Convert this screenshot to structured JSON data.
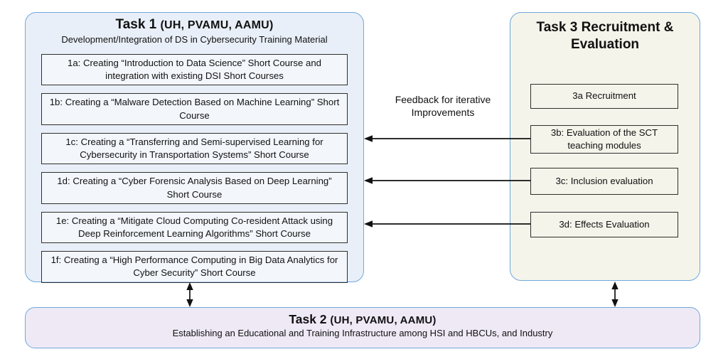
{
  "colors": {
    "container_border_blue": "#6FA8DC",
    "task1_fill": "#E9EFF8",
    "task3_fill": "#F4F4EA",
    "task2_fill": "#EFE9F6",
    "subbox_border": "#2E2E2E",
    "arrow_black": "#111111"
  },
  "task1": {
    "title_main": "Task 1 ",
    "title_paren": "(UH, PVAMU, AAMU)",
    "subtitle": "Development/Integration of DS in Cybersecurity Training Material",
    "items": [
      "1a: Creating “Introduction to Data Science” Short Course and integration with existing DSI Short Courses",
      "1b: Creating a “Malware Detection Based on Machine Learning” Short Course",
      "1c: Creating a “Transferring and Semi-supervised Learning for Cybersecurity in Transportation Systems” Short Course",
      "1d: Creating a “Cyber Forensic Analysis Based on Deep Learning” Short Course",
      "1e: Creating a “Mitigate Cloud Computing Co-resident Attack using Deep Reinforcement Learning Algorithms” Short Course",
      "1f: Creating a “High Performance Computing in Big Data Analytics for  Cyber Security” Short Course"
    ]
  },
  "task3": {
    "title": "Task 3 Recruitment & Evaluation",
    "items": [
      "3a Recruitment",
      "3b: Evaluation of the SCT teaching modules",
      "3c: Inclusion evaluation",
      "3d: Effects Evaluation"
    ]
  },
  "task2": {
    "title_main": "Task 2 ",
    "title_paren": "(UH, PVAMU, AAMU)",
    "subtitle": "Establishing an Educational and Training Infrastructure among HSI and HBCUs, and Industry"
  },
  "feedback_label": "Feedback for iterative Improvements"
}
